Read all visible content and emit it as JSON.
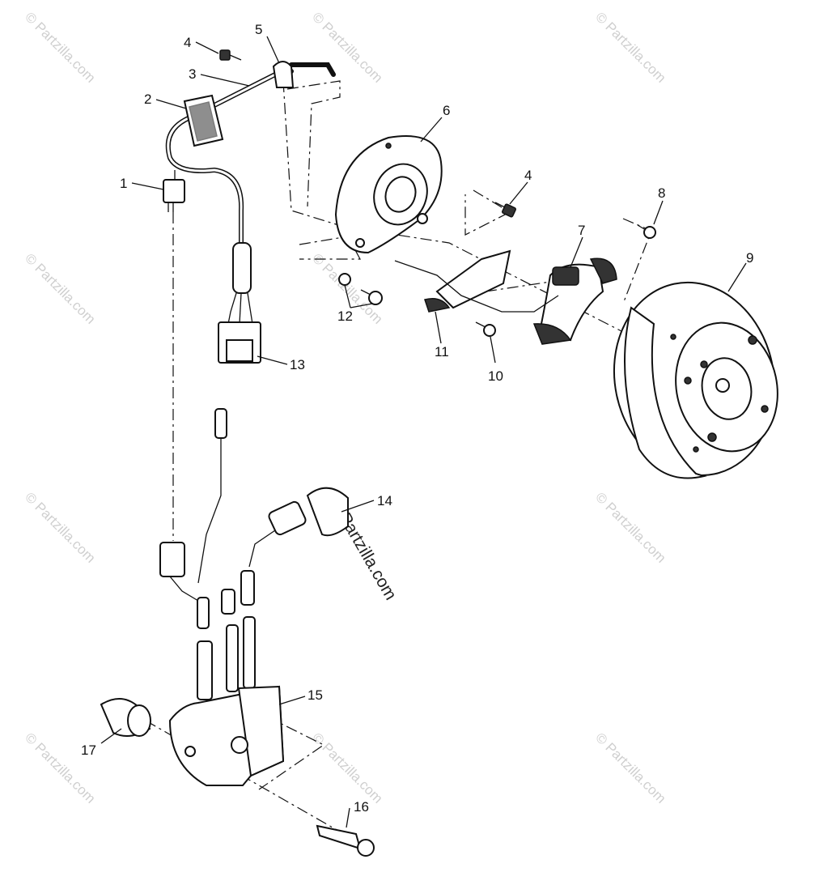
{
  "diagram": {
    "callouts": [
      {
        "id": "c1",
        "text": "1"
      },
      {
        "id": "c2",
        "text": "2"
      },
      {
        "id": "c3",
        "text": "3"
      },
      {
        "id": "c4a",
        "text": "4"
      },
      {
        "id": "c4b",
        "text": "4"
      },
      {
        "id": "c5",
        "text": "5"
      },
      {
        "id": "c6",
        "text": "6"
      },
      {
        "id": "c7",
        "text": "7"
      },
      {
        "id": "c8",
        "text": "8"
      },
      {
        "id": "c9",
        "text": "9"
      },
      {
        "id": "c10",
        "text": "10"
      },
      {
        "id": "c11",
        "text": "11"
      },
      {
        "id": "c12",
        "text": "12"
      },
      {
        "id": "c13",
        "text": "13"
      },
      {
        "id": "c14",
        "text": "14"
      },
      {
        "id": "c15",
        "text": "15"
      },
      {
        "id": "c16",
        "text": "16"
      },
      {
        "id": "c17",
        "text": "17"
      }
    ],
    "watermark": {
      "text": "© Partzilla.com",
      "center_text": "© Partzilla.com"
    }
  }
}
